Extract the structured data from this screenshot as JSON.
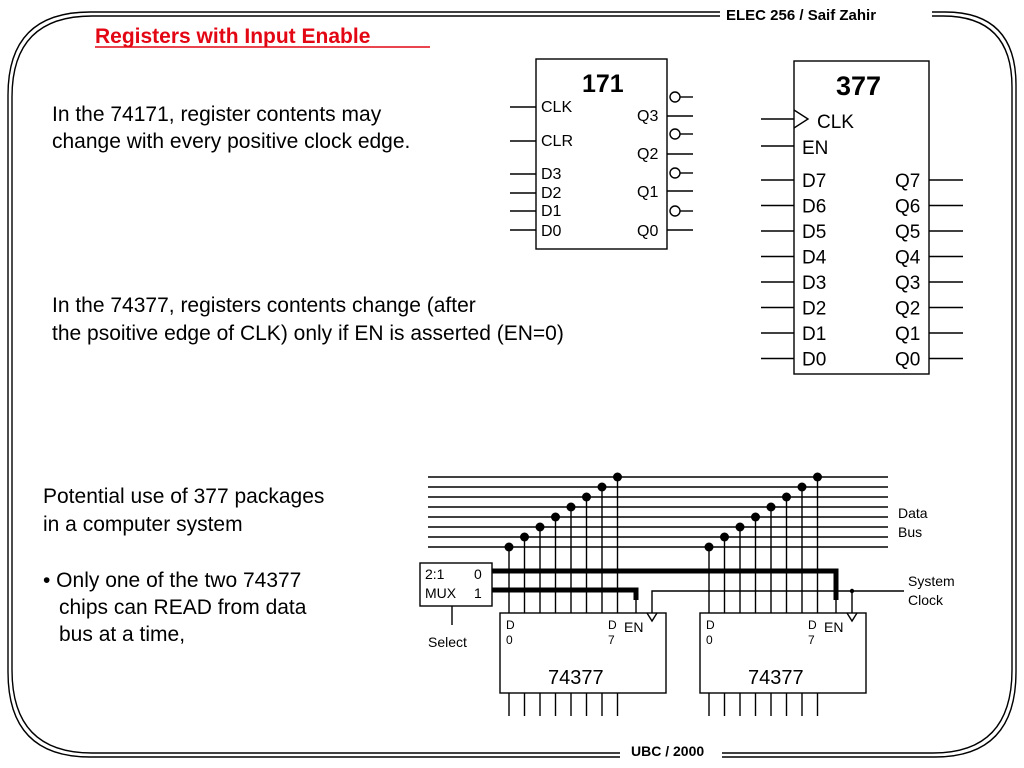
{
  "header": {
    "course": "ELEC 256 / Saif Zahir",
    "footer": "UBC / 2000"
  },
  "title": "Registers with Input Enable",
  "text": {
    "p1_line1": "In the 74171, register contents may",
    "p1_line2": "change with every positive clock edge.",
    "p2_line1": "In the 74377, registers contents change (after",
    "p2_line2": "the psoitive edge of CLK) only if EN is asserted (EN=0)",
    "p3_line1": "Potential use of 377 packages",
    "p3_line2": "in a computer system",
    "b1_line1": "• Only one of the two 74377",
    "b1_line2": "chips can READ from data",
    "b1_line3": "bus at a time,"
  },
  "chip171": {
    "name": "171",
    "left_pins": [
      "CLK",
      "CLR",
      "D3",
      "D2",
      "D1",
      "D0"
    ],
    "right_pins": [
      "Q3",
      "Q2",
      "Q1",
      "Q0"
    ]
  },
  "chip377": {
    "name": "377",
    "clk": "CLK",
    "en": "EN",
    "left_pins": [
      "D7",
      "D6",
      "D5",
      "D4",
      "D3",
      "D2",
      "D1",
      "D0"
    ],
    "right_pins": [
      "Q7",
      "Q6",
      "Q5",
      "Q4",
      "Q3",
      "Q2",
      "Q1",
      "Q0"
    ]
  },
  "system": {
    "data_bus": [
      "Data",
      "Bus"
    ],
    "system_clock": [
      "System",
      "Clock"
    ],
    "mux": {
      "type": "2:1",
      "label": "MUX",
      "in0": "0",
      "in1": "1"
    },
    "select": "Select",
    "chip_name": "74377",
    "d0": [
      "D",
      "0"
    ],
    "d7": [
      "D",
      "7"
    ],
    "en": "EN"
  }
}
